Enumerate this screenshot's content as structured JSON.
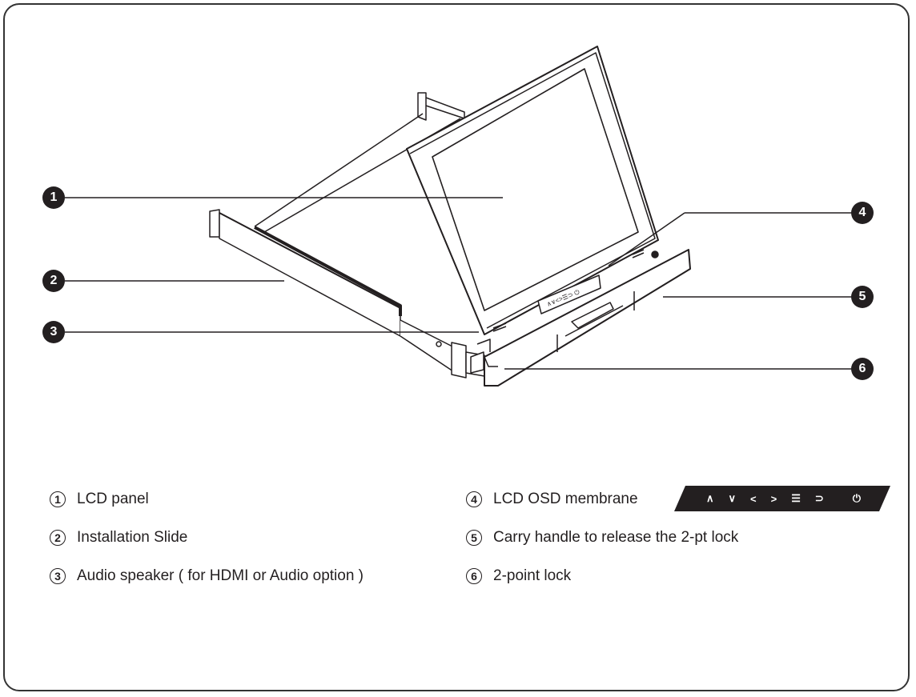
{
  "callouts": [
    {
      "num": "1",
      "label": "LCD panel"
    },
    {
      "num": "2",
      "label": "Installation Slide"
    },
    {
      "num": "3",
      "label": "Audio speaker ( for HDMI or Audio option )"
    },
    {
      "num": "4",
      "label": "LCD OSD membrane"
    },
    {
      "num": "5",
      "label": "Carry handle to release the 2-pt lock"
    },
    {
      "num": "6",
      "label": "2-point lock"
    }
  ],
  "osd_keys": [
    "∧",
    "∨",
    "<",
    ">",
    "☰",
    "⊃",
    "⏻"
  ],
  "colors": {
    "ink": "#231f20",
    "line": "#333333",
    "background": "#ffffff"
  }
}
